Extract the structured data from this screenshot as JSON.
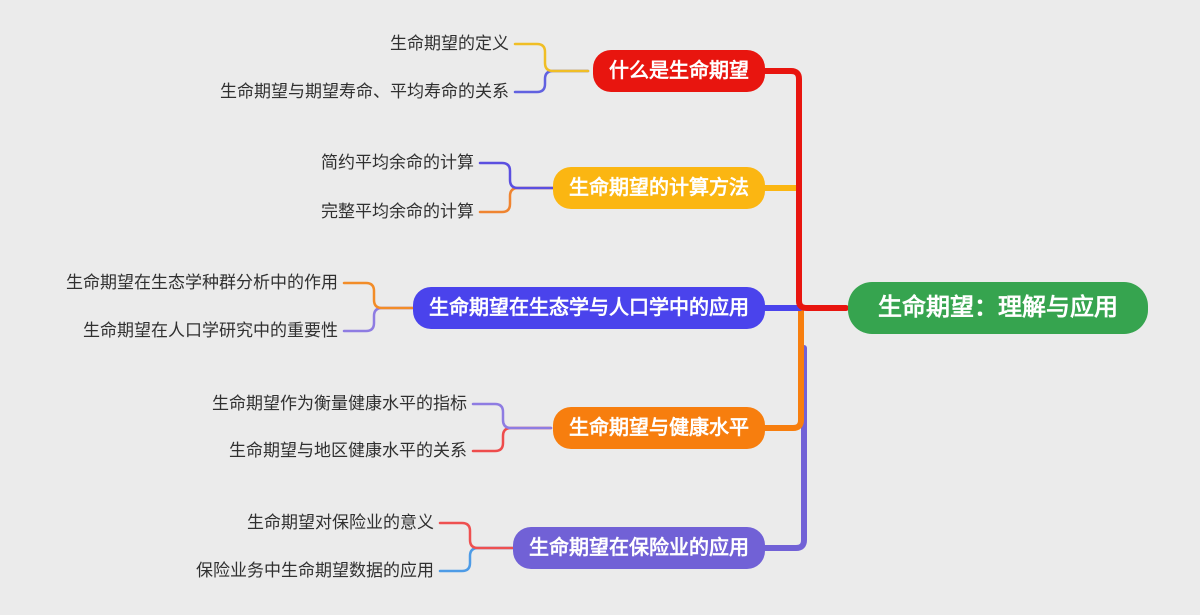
{
  "canvas": {
    "background_color": "#ebebeb"
  },
  "root": {
    "label": "生命期望：理解与应用",
    "color": "#36a44f",
    "text_color": "#ffffff"
  },
  "branches": [
    {
      "label": "什么是生命期望",
      "color": "#e8150f",
      "trunk_color": "#e8150f",
      "children": [
        {
          "label": "生命期望的定义",
          "line_color": "#f0be25"
        },
        {
          "label": "生命期望与期望寿命、平均寿命的关系",
          "line_color": "#6161e0"
        }
      ]
    },
    {
      "label": "生命期望的计算方法",
      "color": "#fbb612",
      "trunk_color": "#fbb612",
      "children": [
        {
          "label": "简约平均余命的计算",
          "line_color": "#5b4fe0"
        },
        {
          "label": "完整平均余命的计算",
          "line_color": "#ef8430"
        }
      ]
    },
    {
      "label": "生命期望在生态学与人口学中的应用",
      "color": "#4a43ec",
      "trunk_color": "#4a43ec",
      "children": [
        {
          "label": "生命期望在生态学种群分析中的作用",
          "line_color": "#f28c28"
        },
        {
          "label": "生命期望在人口学研究中的重要性",
          "line_color": "#8e7ce2"
        }
      ]
    },
    {
      "label": "生命期望与健康水平",
      "color": "#f77e0e",
      "trunk_color": "#f77e0e",
      "children": [
        {
          "label": "生命期望作为衡量健康水平的指标",
          "line_color": "#8e7ce2"
        },
        {
          "label": "生命期望与地区健康水平的关系",
          "line_color": "#ee4c4c"
        }
      ]
    },
    {
      "label": "生命期望在保险业的应用",
      "color": "#7161d6",
      "trunk_color": "#7161d6",
      "children": [
        {
          "label": "生命期望对保险业的意义",
          "line_color": "#ee5050"
        },
        {
          "label": "保险业务中生命期望数据的应用",
          "line_color": "#4d9be6"
        }
      ]
    }
  ]
}
